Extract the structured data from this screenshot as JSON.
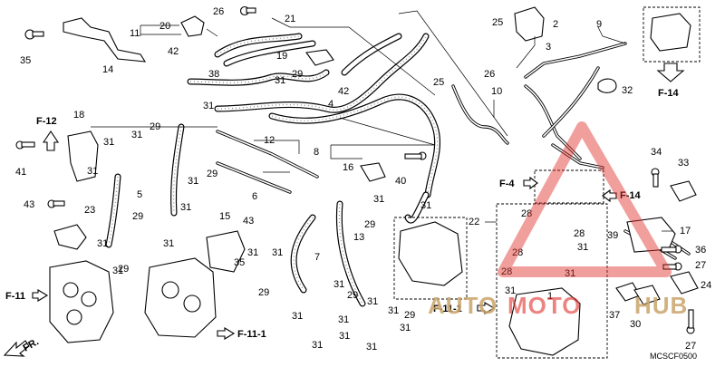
{
  "callouts": [
    {
      "id": "c35",
      "text": "35"
    },
    {
      "id": "c14",
      "text": "14"
    },
    {
      "id": "c11",
      "text": "11"
    },
    {
      "id": "c20",
      "text": "20"
    },
    {
      "id": "c26a",
      "text": "26"
    },
    {
      "id": "c21",
      "text": "21"
    },
    {
      "id": "c42a",
      "text": "42"
    },
    {
      "id": "c38",
      "text": "38"
    },
    {
      "id": "c19",
      "text": "19"
    },
    {
      "id": "c29a",
      "text": "29"
    },
    {
      "id": "c31a",
      "text": "31"
    },
    {
      "id": "c42b",
      "text": "42"
    },
    {
      "id": "c31b",
      "text": "31"
    },
    {
      "id": "c4",
      "text": "4"
    },
    {
      "id": "c25a",
      "text": "25"
    },
    {
      "id": "c2",
      "text": "2"
    },
    {
      "id": "c3",
      "text": "3"
    },
    {
      "id": "c9",
      "text": "9"
    },
    {
      "id": "c26b",
      "text": "26"
    },
    {
      "id": "c25b",
      "text": "25"
    },
    {
      "id": "c32",
      "text": "32"
    },
    {
      "id": "c10",
      "text": "10"
    },
    {
      "id": "c18",
      "text": "18"
    },
    {
      "id": "c31c",
      "text": "31"
    },
    {
      "id": "c29b",
      "text": "29"
    },
    {
      "id": "c31d",
      "text": "31"
    },
    {
      "id": "c41",
      "text": "41"
    },
    {
      "id": "c12",
      "text": "12"
    },
    {
      "id": "c8",
      "text": "8"
    },
    {
      "id": "c16",
      "text": "16"
    },
    {
      "id": "c31e",
      "text": "31"
    },
    {
      "id": "c5",
      "text": "5"
    },
    {
      "id": "c43a",
      "text": "43"
    },
    {
      "id": "c29c",
      "text": "29"
    },
    {
      "id": "c31f",
      "text": "31"
    },
    {
      "id": "c6",
      "text": "6"
    },
    {
      "id": "c40",
      "text": "40"
    },
    {
      "id": "c23",
      "text": "23"
    },
    {
      "id": "c29d",
      "text": "29"
    },
    {
      "id": "c15",
      "text": "15"
    },
    {
      "id": "c43b",
      "text": "43"
    },
    {
      "id": "c31g",
      "text": "31"
    },
    {
      "id": "c31h",
      "text": "31"
    },
    {
      "id": "c29e",
      "text": "29"
    },
    {
      "id": "c13",
      "text": "13"
    },
    {
      "id": "c31i",
      "text": "31"
    },
    {
      "id": "c34",
      "text": "34"
    },
    {
      "id": "c33",
      "text": "33"
    },
    {
      "id": "c22",
      "text": "22"
    },
    {
      "id": "c28a",
      "text": "28"
    },
    {
      "id": "c28b",
      "text": "28"
    },
    {
      "id": "c17",
      "text": "17"
    },
    {
      "id": "c39",
      "text": "39"
    },
    {
      "id": "c31j",
      "text": "31"
    },
    {
      "id": "c31k",
      "text": "31"
    },
    {
      "id": "c7",
      "text": "7"
    },
    {
      "id": "c31l",
      "text": "31"
    },
    {
      "id": "c31m",
      "text": "31"
    },
    {
      "id": "c36",
      "text": "36"
    },
    {
      "id": "c27a",
      "text": "27"
    },
    {
      "id": "c28c",
      "text": "28"
    },
    {
      "id": "c31n",
      "text": "31"
    },
    {
      "id": "c35b",
      "text": "35"
    },
    {
      "id": "c29f",
      "text": "29"
    },
    {
      "id": "c31o",
      "text": "31"
    },
    {
      "id": "c28d",
      "text": "28"
    },
    {
      "id": "c31p",
      "text": "31"
    },
    {
      "id": "c24",
      "text": "24"
    },
    {
      "id": "c31q",
      "text": "31"
    },
    {
      "id": "c1",
      "text": "1"
    },
    {
      "id": "c31r",
      "text": "31"
    },
    {
      "id": "c29g",
      "text": "29"
    },
    {
      "id": "c31s",
      "text": "31"
    },
    {
      "id": "c31t",
      "text": "31"
    },
    {
      "id": "c30",
      "text": "30"
    },
    {
      "id": "c37",
      "text": "37"
    },
    {
      "id": "c27b",
      "text": "27"
    },
    {
      "id": "c31u",
      "text": "31"
    },
    {
      "id": "c31v",
      "text": "31"
    },
    {
      "id": "c31w",
      "text": "31"
    },
    {
      "id": "c29h",
      "text": "29"
    },
    {
      "id": "c31x",
      "text": "31"
    },
    {
      "id": "c31y",
      "text": "31"
    },
    {
      "id": "c31z",
      "text": "31"
    },
    {
      "id": "c29i",
      "text": "29"
    }
  ],
  "refs": {
    "f12": "F-12",
    "f14a": "F-14",
    "f14b": "F-14",
    "f4": "F-4",
    "f11": "F-11",
    "f111a": "F-11-1",
    "f111b": "F-11-1",
    "fr": "FR."
  },
  "diagram_code": "MCSCF0500",
  "watermark": {
    "prefix": "AUTO",
    "middle": "MOTO",
    "suffix": "HUB",
    "color": "#e0312b",
    "accent": "#c9a46b"
  }
}
